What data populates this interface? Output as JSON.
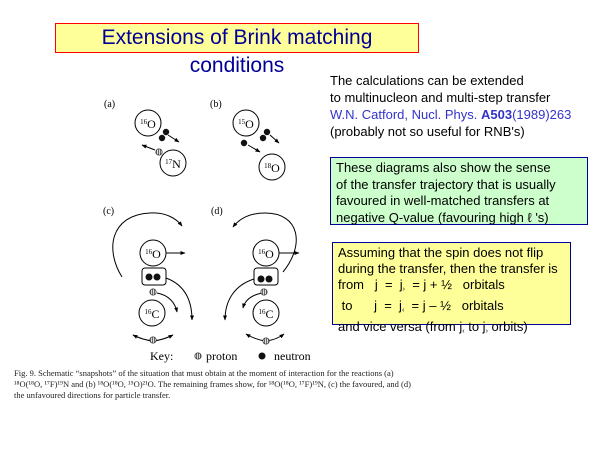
{
  "title": "Extensions of Brink matching conditions",
  "intro": {
    "line1": "The calculations can be extended",
    "line2": "to multinucleon and multi-step transfer",
    "citation_authors": "W.N. Catford, Nucl. Phys. ",
    "citation_volume": "A503",
    "citation_rest": "(1989)263",
    "line4": "(probably not so useful for RNB's)"
  },
  "green_box": {
    "line1": "These diagrams also show the sense",
    "line2": "of the transfer trajectory that is usually",
    "line3": "favoured in well-matched transfers at",
    "line4": "negative Q-value (favouring high ℓ 's)"
  },
  "yellow_box": {
    "line1": "Assuming that the spin does not flip",
    "line2": "during the transfer, then the transfer is",
    "line3_a": "from   j  =  j",
    "line3_sub": "›",
    "line3_b": "  = j + ½   orbitals",
    "line4_a": " to      j  =  j",
    "line4_sub": "‹",
    "line4_b": "  = j – ½   orbitals",
    "line5_a": "and vice versa (from j",
    "line5_sub1": "‹",
    "line5_b": " to j",
    "line5_sub2": "›",
    "line5_c": " orbits)"
  },
  "diagram": {
    "panel_a": {
      "label": "(a)",
      "nucleus1_mass": "16",
      "nucleus1_el": "O",
      "nucleus2_mass": "17",
      "nucleus2_el": "N"
    },
    "panel_b": {
      "label": "(b)",
      "nucleus1_mass": "15",
      "nucleus1_el": "O",
      "nucleus2_mass": "18",
      "nucleus2_el": "O"
    },
    "panel_c": {
      "label": "(c)",
      "nucleus1_mass": "16",
      "nucleus1_el": "O",
      "nucleus2_mass": "16",
      "nucleus2_el": "C"
    },
    "panel_d": {
      "label": "(d)",
      "nucleus1_mass": "16",
      "nucleus1_el": "O",
      "nucleus2_mass": "16",
      "nucleus2_el": "C"
    },
    "key": {
      "label": "Key:",
      "proton": "proton",
      "neutron": "neutron"
    }
  },
  "caption": {
    "p1": "Fig. 9. Schematic “snapshots” of the situation that must obtain at the moment of interaction for the reactions (a) ",
    "r1": "¹⁸O(¹⁸O, ¹⁷F)¹⁹N",
    "p2": " and (b) ",
    "r2": "¹⁸O(¹⁸O, ¹⁵O)²¹O",
    "p3": ". The remaining frames show, for ",
    "r3": "¹⁸O(¹⁸O, ¹⁷F)¹⁹N",
    "p4": ", (c) the favoured, and (d) the unfavoured directions for particle transfer."
  },
  "colors": {
    "title_text": "#000099",
    "title_bg": "#ffff99",
    "title_border": "#ff0000",
    "citation": "#3333cc",
    "green_bg": "#ccffcc",
    "yellow_bg": "#ffff99"
  }
}
